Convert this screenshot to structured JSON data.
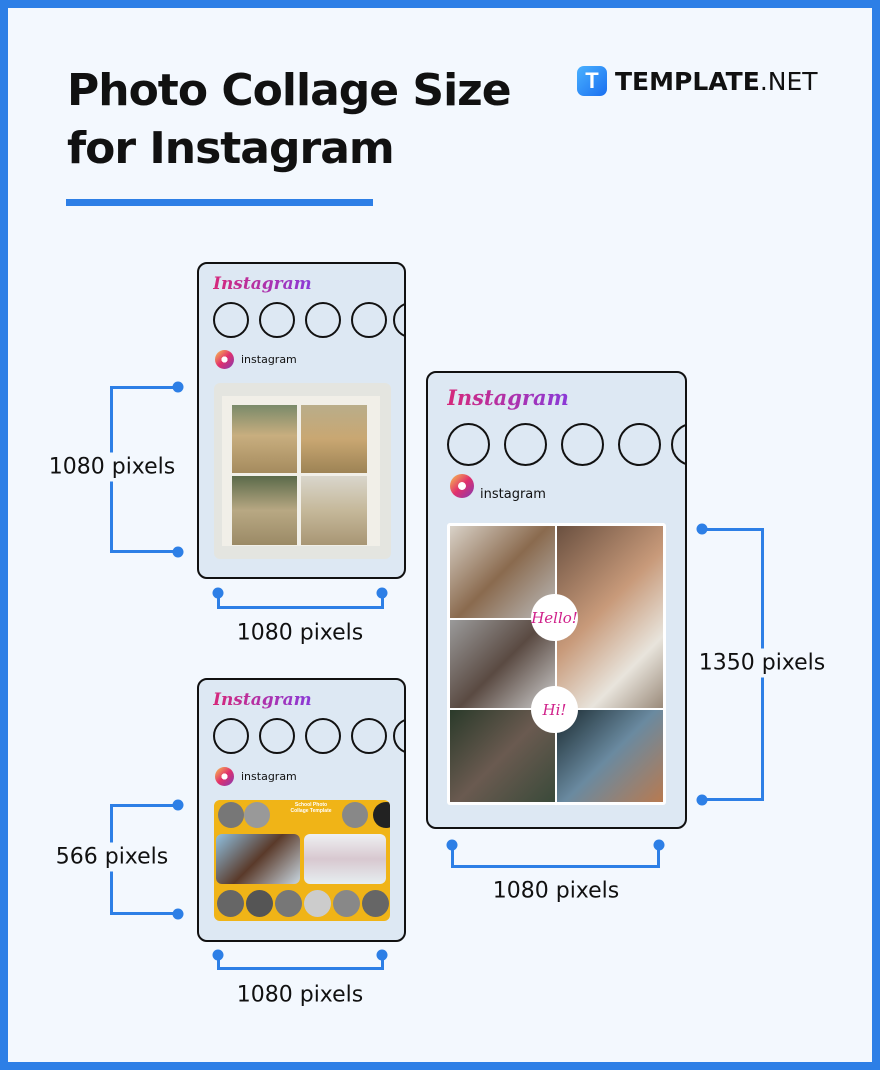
{
  "header": {
    "title_line1": "Photo Collage Size",
    "title_line2": "for Instagram"
  },
  "brand": {
    "logo_letter": "T",
    "name_bold": "TEMPLATE",
    "name_light": ".NET"
  },
  "colors": {
    "accent": "#2d7fe6",
    "phone_bg": "#dde8f3",
    "page_bg": "#f3f8fe"
  },
  "phones": [
    {
      "logo": "Instagram",
      "username": "instagram",
      "width_label": "1080 pixels",
      "height_label": "1080 pixels",
      "icon": "instagram-icon"
    },
    {
      "logo": "Instagram",
      "username": "instagram",
      "width_label": "1080 pixels",
      "height_label": "566 pixels",
      "icon": "instagram-icon",
      "collage_title": "School Photo Collage Template"
    },
    {
      "logo": "Instagram",
      "username": "instagram",
      "width_label": "1080 pixels",
      "height_label": "1350 pixels",
      "icon": "instagram-icon",
      "stickers": [
        "Hello!",
        "Hi!"
      ]
    }
  ]
}
